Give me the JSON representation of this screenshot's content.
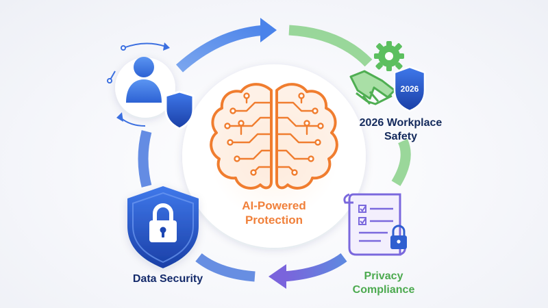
{
  "center": {
    "title_line1": "AI-Powered",
    "title_line2": "Protection",
    "icon": "circuit-brain-icon"
  },
  "nodes": [
    {
      "id": "workplace-safety",
      "line1": "2026 Workplace",
      "line2": "Safety",
      "badge": "2026",
      "icon": "handshake-gear-shield-icon"
    },
    {
      "id": "privacy-compliance",
      "line1": "Privacy",
      "line2": "Compliance",
      "icon": "document-lock-icon"
    },
    {
      "id": "data-security",
      "line1": "Data Security",
      "line2": "",
      "icon": "shield-lock-icon"
    },
    {
      "id": "identity",
      "line1": "",
      "line2": "",
      "icon": "user-shield-icon"
    }
  ],
  "colors": {
    "brain": "#f07d2f",
    "center_text": "#f0803a",
    "green": "#5cbf5f",
    "blue": "#2f5fd0",
    "purple": "#7a68dd",
    "navy": "#142a6b"
  }
}
